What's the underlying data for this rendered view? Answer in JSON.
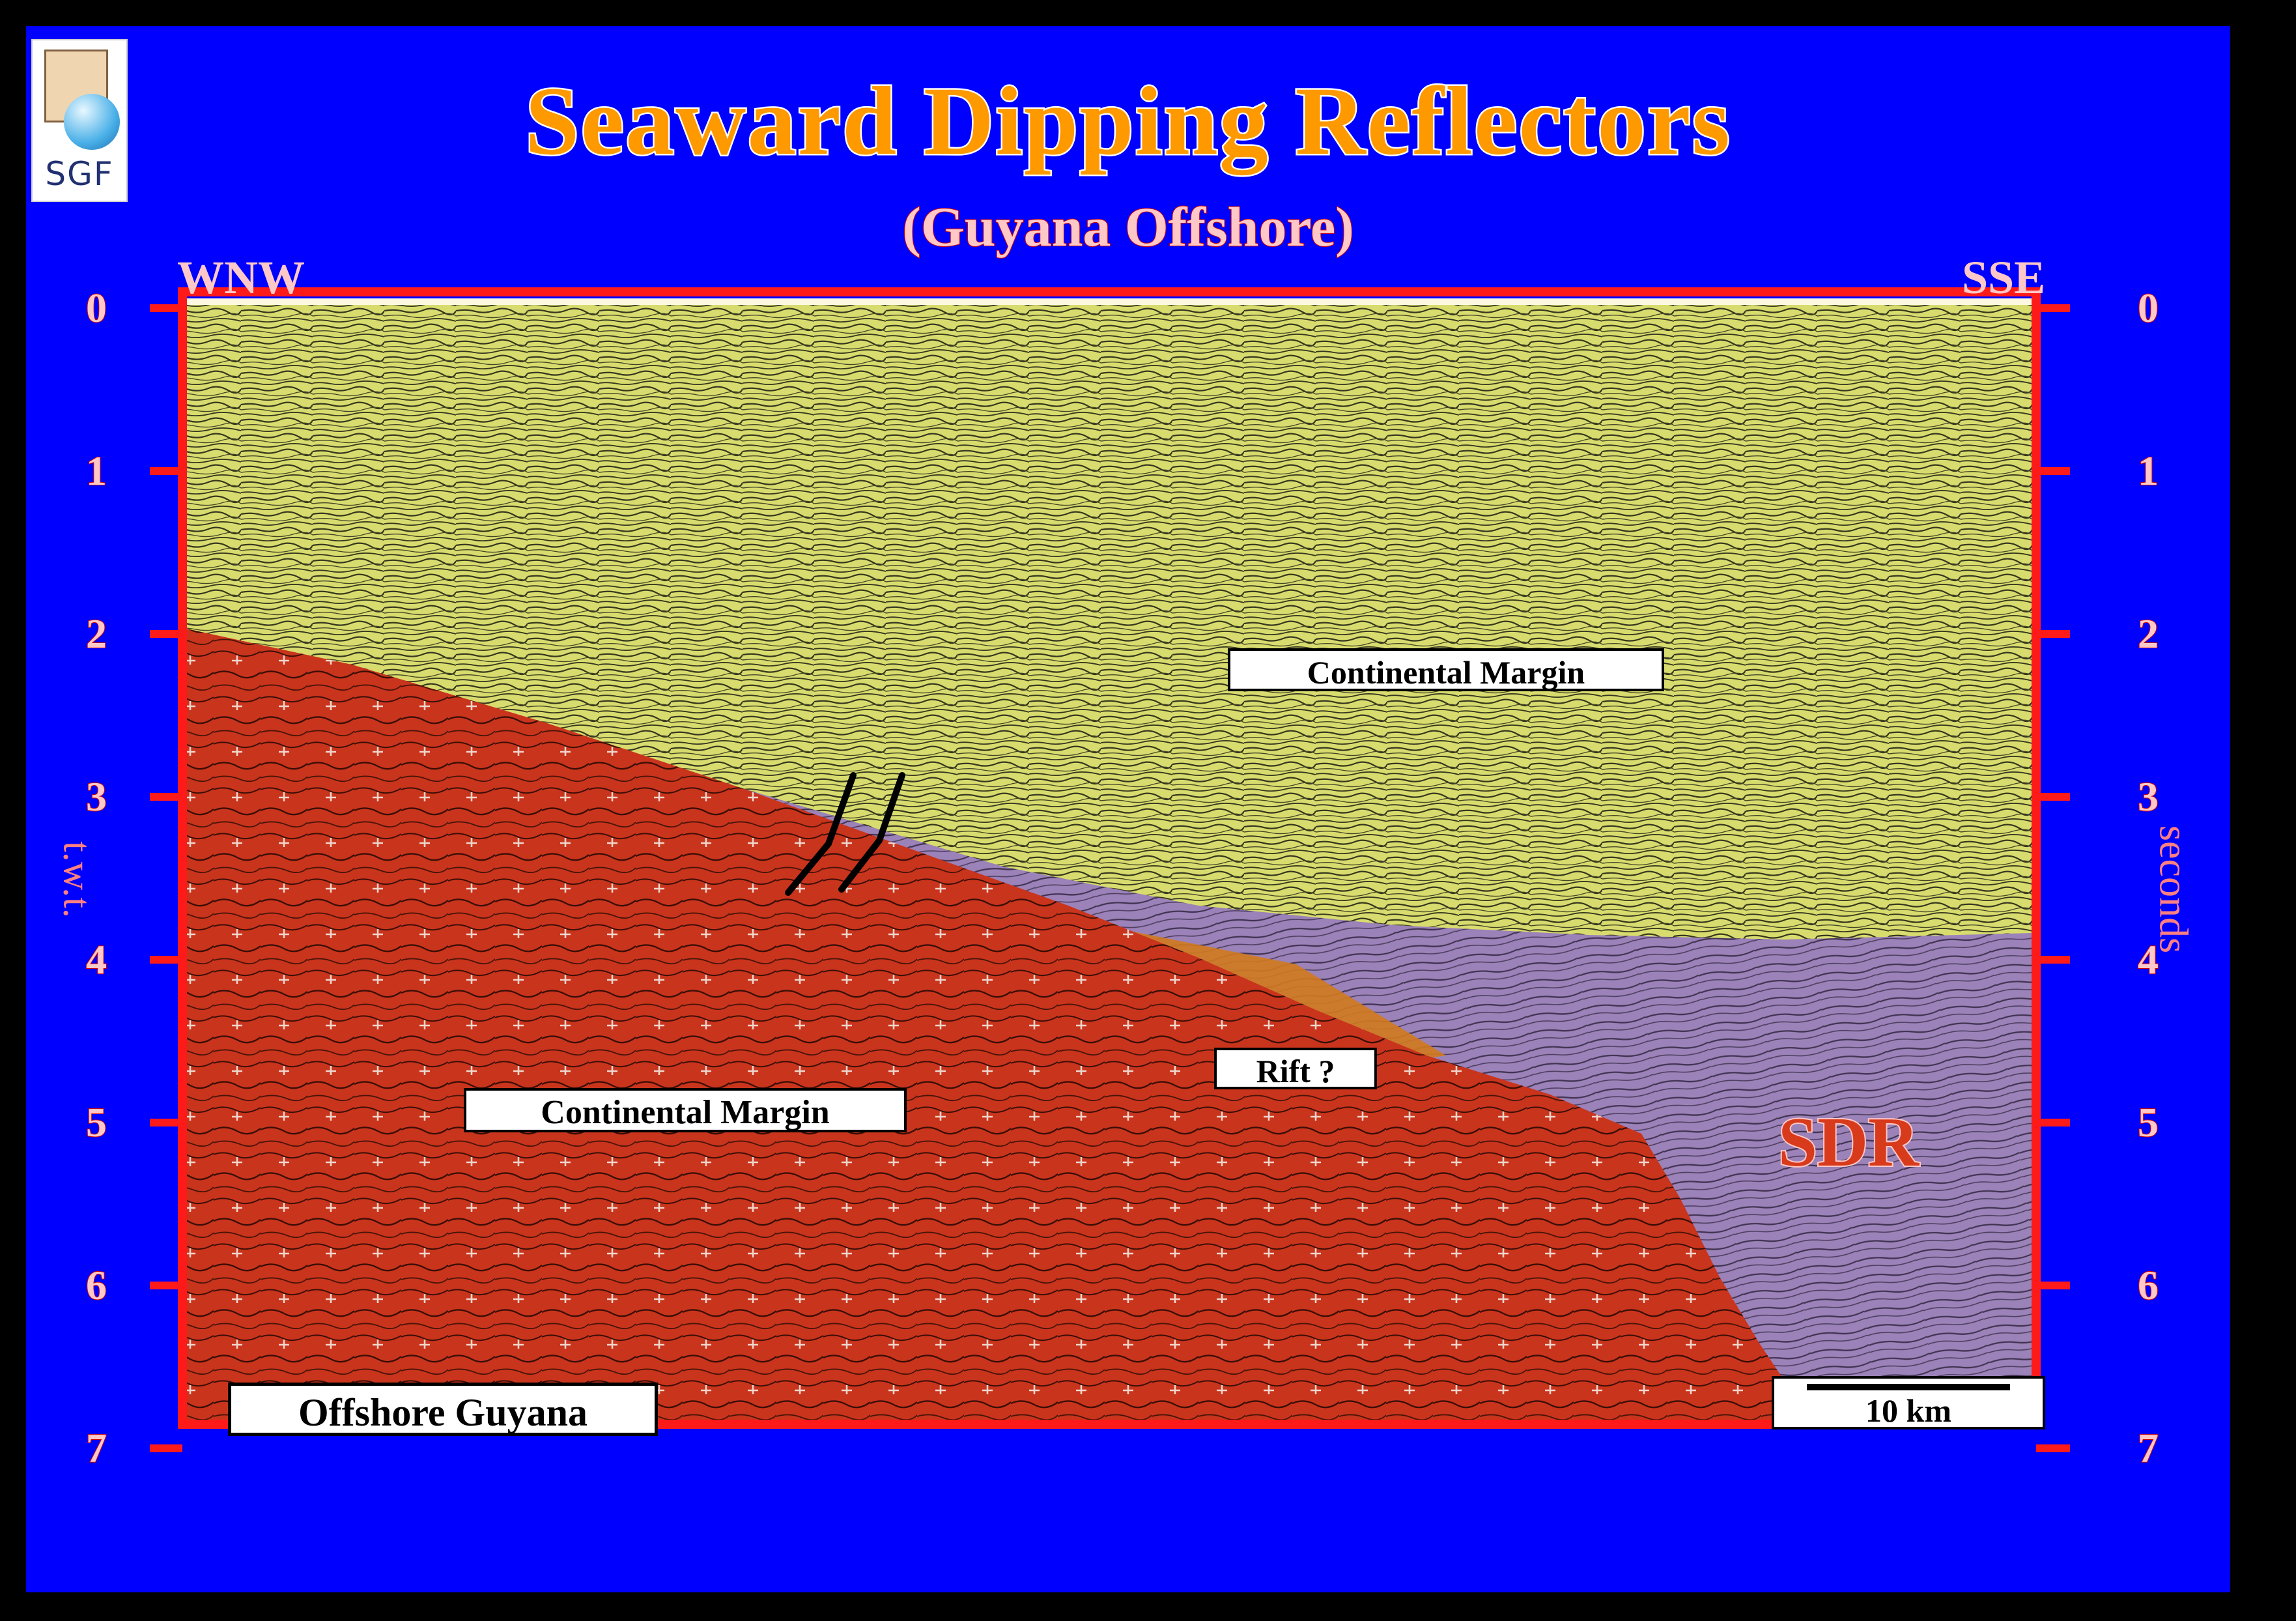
{
  "title": "Seaward Dipping Reflectors",
  "subtitle": "(Guyana Offshore)",
  "logo": {
    "text": "SGF"
  },
  "directions": {
    "left": "WNW",
    "right": "SSE"
  },
  "axes": {
    "left_label": "t.w.t.",
    "right_label": "seconds",
    "ticks": [
      "0",
      "1",
      "2",
      "3",
      "4",
      "5",
      "6",
      "7"
    ]
  },
  "labels": {
    "continental_margin_upper": "Continental Margin",
    "continental_margin_lower": "Continental Margin",
    "rift": "Rift ?",
    "sdr": "SDR",
    "location": "Offshore Guyana",
    "scale": "10 km"
  },
  "colors": {
    "background": "#0000ff",
    "frame": "#ff1a1a",
    "title_fill": "#ff9900",
    "sediments": "#d8dc6e",
    "sdr_wedge": "#9b82b8",
    "basement": "#c9341c",
    "rift_fill": "#d27a1e",
    "label_pink": "#ffc8c8"
  }
}
